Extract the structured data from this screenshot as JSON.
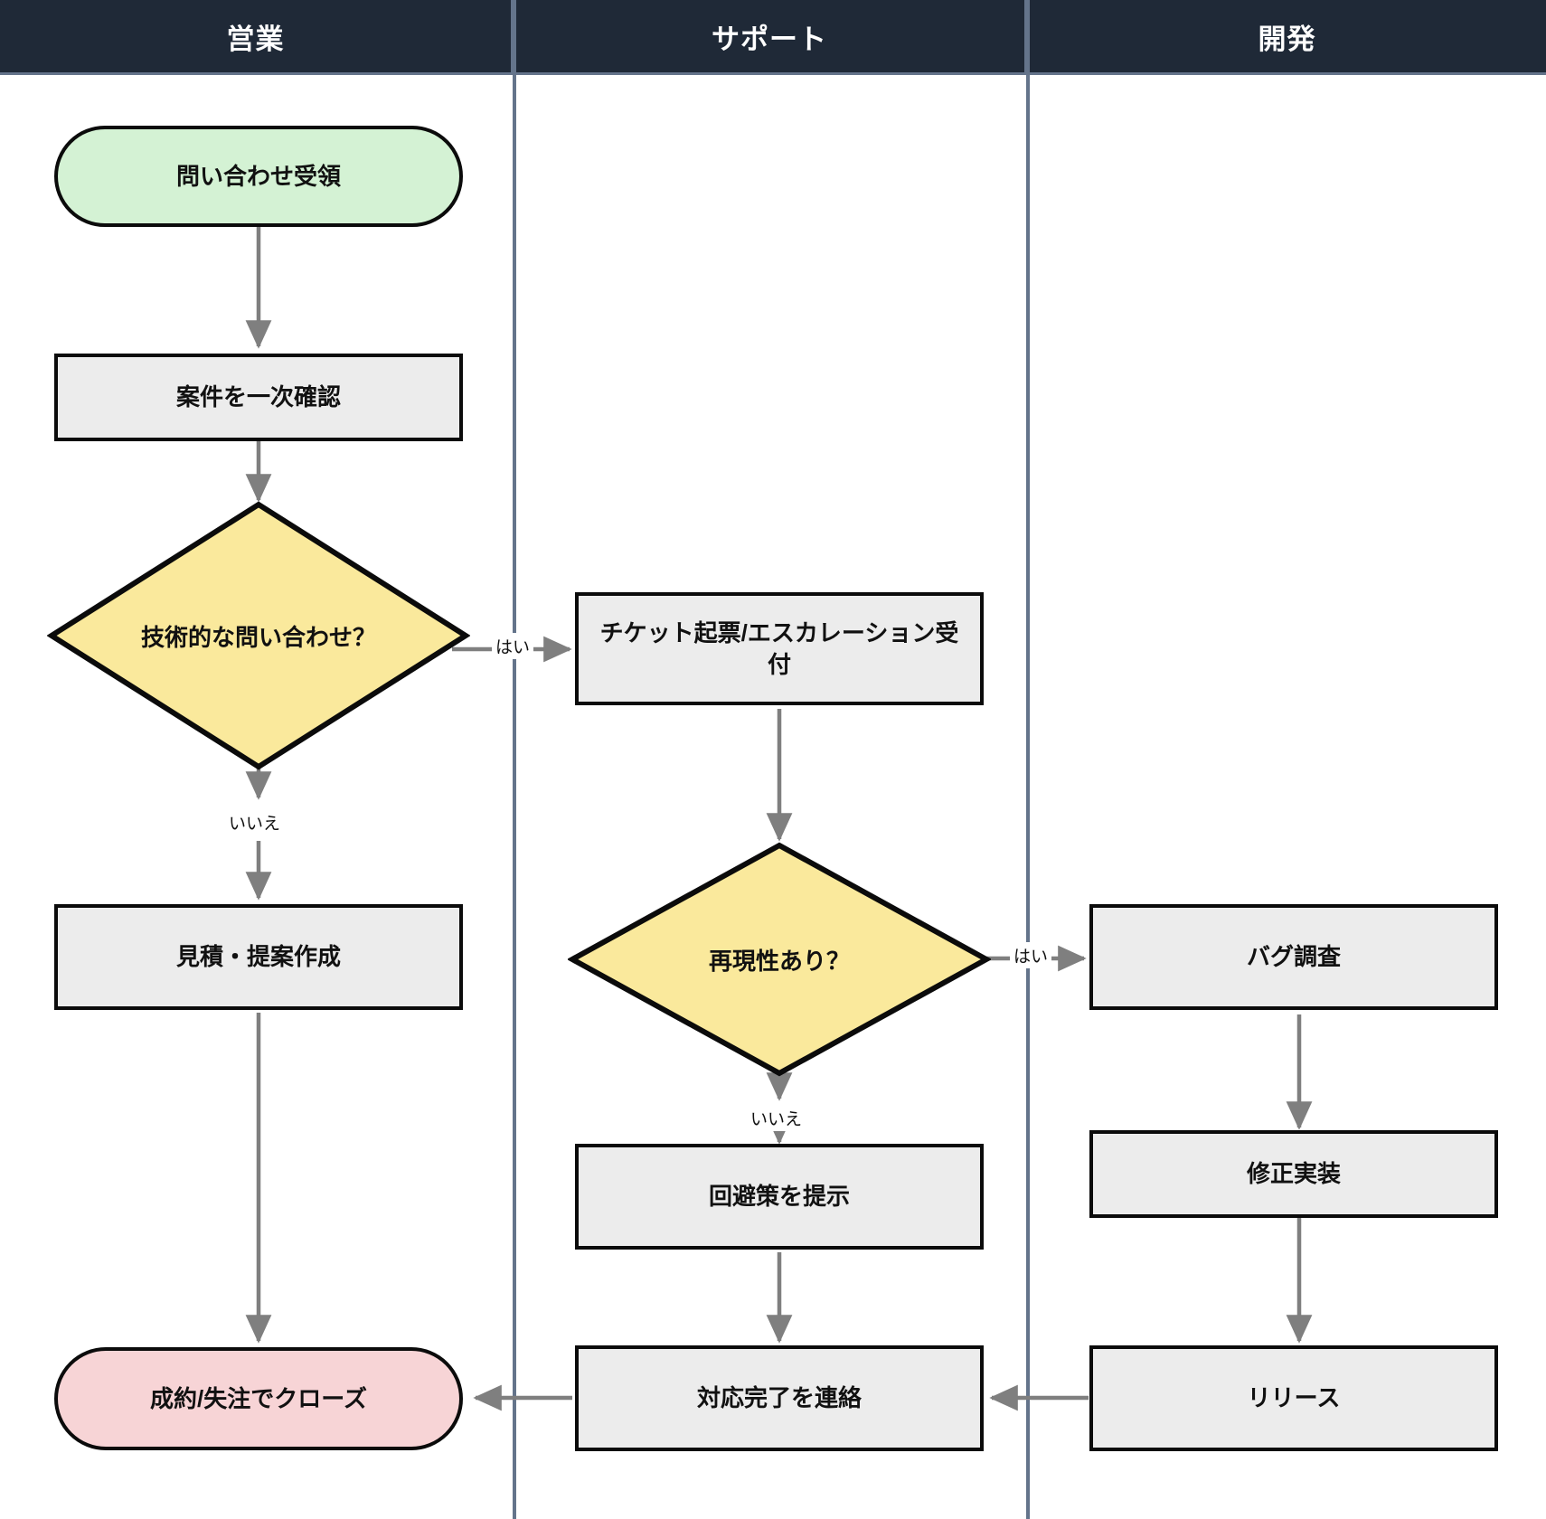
{
  "diagram": {
    "type": "swimlane-flowchart",
    "title": "",
    "lanes": [
      {
        "id": "sales",
        "label": "営業"
      },
      {
        "id": "support",
        "label": "サポート"
      },
      {
        "id": "dev",
        "label": "開発"
      }
    ],
    "colors": {
      "lane_header_bg": "#1F2937",
      "lane_header_text": "#FFFFFF",
      "lane_divider": "#64748B",
      "process_fill": "#ECECEC",
      "process_border": "#0B0B0B",
      "start_fill": "#D4F2D4",
      "end_fill": "#F7D4D6",
      "decision_fill": "#FAE99C",
      "connector": "#7F7F7F",
      "canvas_bg": "#FFFFFF"
    },
    "nodes": [
      {
        "id": "n1",
        "lane": "sales",
        "shape": "start",
        "label": "問い合わせ受領"
      },
      {
        "id": "n2",
        "lane": "sales",
        "shape": "process",
        "label": "案件を一次確認"
      },
      {
        "id": "n3",
        "lane": "sales",
        "shape": "decision",
        "label": "技術的な問い合わせ？"
      },
      {
        "id": "n4",
        "lane": "sales",
        "shape": "process",
        "label": "見積・提案作成"
      },
      {
        "id": "n5",
        "lane": "sales",
        "shape": "end",
        "label": "成約/失注でクローズ"
      },
      {
        "id": "n6",
        "lane": "support",
        "shape": "process",
        "label": "チケット起票/エスカレーション受付"
      },
      {
        "id": "n7",
        "lane": "support",
        "shape": "decision",
        "label": "再現性あり？"
      },
      {
        "id": "n8",
        "lane": "support",
        "shape": "process",
        "label": "回避策を提示"
      },
      {
        "id": "n9",
        "lane": "support",
        "shape": "process",
        "label": "対応完了を連絡"
      },
      {
        "id": "n10",
        "lane": "dev",
        "shape": "process",
        "label": "バグ調査"
      },
      {
        "id": "n11",
        "lane": "dev",
        "shape": "process",
        "label": "修正実装"
      },
      {
        "id": "n12",
        "lane": "dev",
        "shape": "process",
        "label": "リリース"
      }
    ],
    "edges": [
      {
        "from": "n1",
        "to": "n2",
        "label": ""
      },
      {
        "from": "n2",
        "to": "n3",
        "label": ""
      },
      {
        "from": "n3",
        "to": "n6",
        "label": "はい"
      },
      {
        "from": "n3",
        "to": "n4",
        "label": "いいえ"
      },
      {
        "from": "n4",
        "to": "n5",
        "label": ""
      },
      {
        "from": "n6",
        "to": "n7",
        "label": ""
      },
      {
        "from": "n7",
        "to": "n10",
        "label": "はい"
      },
      {
        "from": "n7",
        "to": "n8",
        "label": "いいえ"
      },
      {
        "from": "n8",
        "to": "n9",
        "label": ""
      },
      {
        "from": "n9",
        "to": "n5",
        "label": ""
      },
      {
        "from": "n10",
        "to": "n11",
        "label": ""
      },
      {
        "from": "n11",
        "to": "n12",
        "label": ""
      },
      {
        "from": "n12",
        "to": "n9",
        "label": ""
      }
    ],
    "edge_labels": {
      "yes_tech": "はい",
      "no_tech": "いいえ",
      "yes_repro": "はい",
      "no_repro": "いいえ"
    }
  }
}
